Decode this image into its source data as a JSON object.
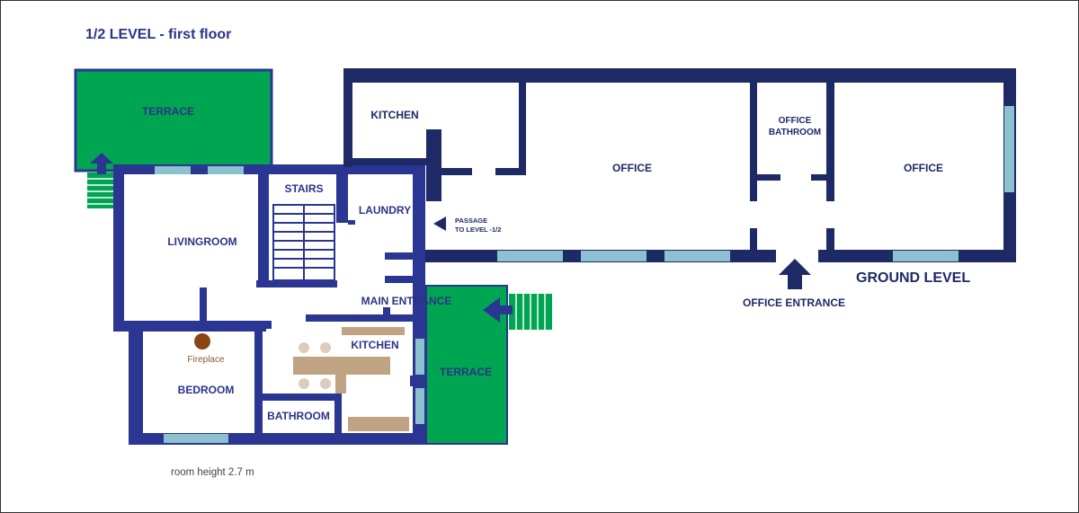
{
  "title": "1/2 LEVEL - first floor",
  "ground_level": "GROUND LEVEL",
  "office_entrance": "OFFICE ENTRANCE",
  "passage_line1": "PASSAGE",
  "passage_line2": "TO LEVEL -1/2",
  "room_height": "room height 2.7 m",
  "rooms": {
    "terrace_top": "TERRACE",
    "livingroom": "LIVINGROOM",
    "stairs": "STAIRS",
    "laundry": "LAUNDRY",
    "main_entrance": "MAIN ENTRANCE",
    "kitchen_lower": "KITCHEN",
    "terrace_right": "TERRACE",
    "bedroom": "BEDROOM",
    "fireplace": "Fireplace",
    "bathroom": "BATHROOM",
    "kitchen_upper": "KITCHEN",
    "office_1": "OFFICE",
    "office_bathroom_line1": "OFFICE",
    "office_bathroom_line2": "BATHROOM",
    "office_2": "OFFICE"
  },
  "colors": {
    "wall_first_floor": "#2b3592",
    "wall_ground": "#1e2a66",
    "terrace": "#00a551",
    "window": "#8cc1cf",
    "furniture": "#c0a383",
    "fireplace": "#8b4513"
  }
}
